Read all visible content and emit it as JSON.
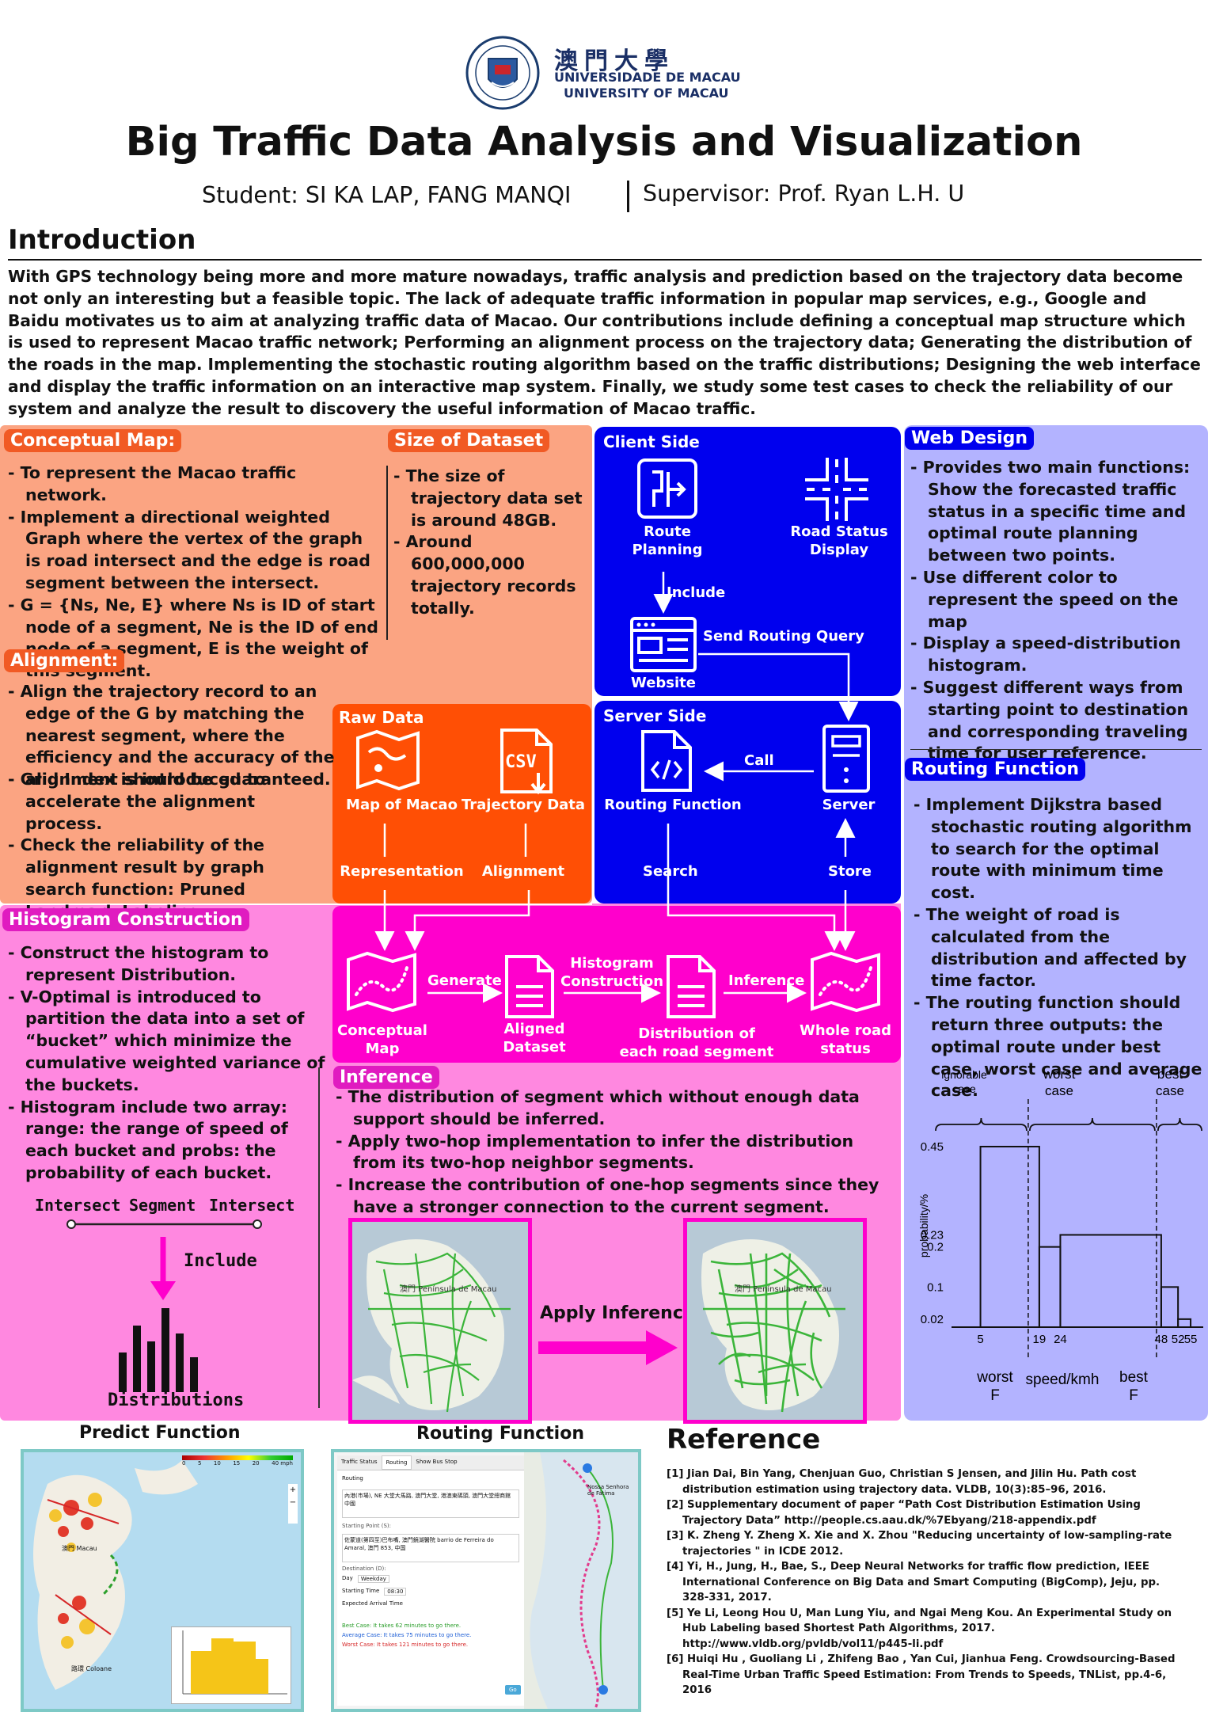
{
  "header": {
    "university_cn": "澳門大學",
    "university_pt": "UNIVERSIDADE DE MACAU",
    "university_en": "UNIVERSITY OF MACAU",
    "title": "Big Traffic Data Analysis and Visualization",
    "students": "Student: SI KA LAP, FANG MANQI",
    "supervisor": "Supervisor: Prof. Ryan L.H. U"
  },
  "intro": {
    "heading": "Introduction",
    "text": "With GPS technology being more and more mature nowadays, traffic analysis and prediction based on the trajectory data become not only an interesting but a feasible topic. The lack of adequate traffic information in popular map services, e.g., Google and Baidu motivates us to aim at analyzing traffic data of Macao. Our contributions include defining a conceptual map structure which is used to represent Macao traffic network; Performing an alignment process on the trajectory data; Generating the distribution of the roads in the map. Implementing the stochastic routing algorithm based on the traffic distributions; Designing the web interface and display the traffic information on an interactive map system. Finally, we study some test cases to check the reliability of our system and analyze the result to discovery the useful information of Macao traffic."
  },
  "conceptual_map": {
    "title": "Conceptual Map:",
    "items": [
      "- To represent the Macao traffic network.",
      "- Implement a directional weighted Graph where the vertex of the graph is road intersect and the edge is road segment between the intersect.",
      "- G = {Ns, Ne, E} where Ns is ID of start node of a segment, Ne is the ID of end node of a segment, E is the weight of this segment."
    ]
  },
  "dataset": {
    "title": "Size of Dataset",
    "items": [
      "- The size of trajectory data set is around 48GB.",
      "- Around 600,000,000 trajectory records totally."
    ]
  },
  "alignment": {
    "title": "Alignment:",
    "items": [
      "- Align the trajectory record to an edge of the G by matching the nearest segment, where the efficiency and the accuracy of the alignment should be guaranteed.",
      "- Grid Index is introduced to accelerate the alignment process.",
      "- Check the reliability of the alignment result by graph search function: Pruned Landmark Labeling."
    ]
  },
  "raw_data": {
    "title": "Raw Data",
    "map_label": "Map of Macao",
    "traj_label": "Trajectory Data",
    "csv": "CSV",
    "representation": "Representation",
    "alignment": "Alignment"
  },
  "client": {
    "title": "Client Side",
    "route_planning": "Route\nPlanning",
    "road_status": "Road Status\nDisplay",
    "include": "Include",
    "website": "Website",
    "send_query": "Send Routing Query"
  },
  "server": {
    "title": "Server Side",
    "call": "Call",
    "routing_function": "Routing Function",
    "server": "Server",
    "search": "Search",
    "store": "Store"
  },
  "web_design": {
    "title": "Web Design",
    "items": [
      "- Provides two main functions: Show the forecasted traffic status in a specific time and optimal route planning between two points.",
      "- Use different color to represent the speed on the map",
      "- Display a speed-distribution histogram.",
      "- Suggest different ways from starting point to destination and corresponding traveling time for user reference."
    ]
  },
  "routing_function": {
    "title": "Routing Function",
    "items": [
      "- Implement Dijkstra based stochastic routing algorithm to search for the optimal route with minimum time cost.",
      "- The weight of road is calculated from the distribution and affected by time factor.",
      "- The routing function should return three outputs: the optimal route under best case, worst case and average case."
    ]
  },
  "histogram_construction": {
    "title": "Histogram Construction",
    "items": [
      "- Construct the histogram to represent Distribution.",
      "- V-Optimal is introduced to partition the data into a set of “bucket” which minimize the cumulative weighted variance of the buckets.",
      "- Histogram include two array: range: the range of speed of each bucket and probs: the probability of each bucket."
    ],
    "intersect_left": "Intersect",
    "segment": "Segment",
    "intersect_right": "Intersect",
    "include": "Include",
    "distributions": "Distributions"
  },
  "pipeline": {
    "conceptual_map": "Conceptual\nMap",
    "generate": "Generate",
    "aligned_dataset": "Aligned\nDataset",
    "histogram_construction": "Histogram\nConstruction",
    "distribution": "Distribution of\neach road segment",
    "inference": "Inference",
    "whole_road": "Whole road\nstatus"
  },
  "inference": {
    "title": "Inference",
    "items": [
      "- The distribution of segment which without enough data support should be inferred.",
      "- Apply two-hop implementation to infer the distribution from its two-hop neighbor segments.",
      "- Increase the contribution of one-hop segments since they have a stronger connection to the current segment."
    ],
    "apply": "Apply Inference",
    "map_label_1": "澳門 Península de Macau",
    "map_label_2": "澳門 Península de Macau"
  },
  "chart_data": {
    "type": "bar",
    "xlabel": "speed/kmh",
    "ylabel": "probability/%",
    "x_ticks": [
      "5",
      "19",
      "24",
      "48",
      "52",
      "55"
    ],
    "y_ticks": [
      "0.45",
      "0.23",
      "0.2",
      "0.1",
      "0.02"
    ],
    "buckets": [
      {
        "from": 5,
        "to": 19,
        "value": 0.45
      },
      {
        "from": 19,
        "to": 24,
        "value": 0.2
      },
      {
        "from": 24,
        "to": 48,
        "value": 0.23
      },
      {
        "from": 48,
        "to": 52,
        "value": 0.1
      },
      {
        "from": 52,
        "to": 55,
        "value": 0.02
      }
    ],
    "annotations": {
      "ignorable": "ignorable\ncase",
      "worst_case": "worst\ncase",
      "best_case": "best\ncase",
      "worst_f": "worst\nF",
      "best_f": "best\nF"
    }
  },
  "screenshots": {
    "predict_caption": "Predict Function",
    "routing_caption": "Routing Function",
    "legend_values": [
      "0",
      "5",
      "10",
      "15",
      "20",
      "40 mph"
    ],
    "macau_label": "澳門 Macau",
    "coloane_label": "路環 Coloane",
    "tabs": [
      "Traffic Status",
      "Routing",
      "Show Bus Stop"
    ],
    "routing_heading": "Routing",
    "start_label": "Starting Point (S):",
    "start_value": "內港(市場), NE 大堂大馬路, 澳門大堂, 港澳東碼頭, 澳門大堂總商館 中國",
    "dest_label": "Destination (D):",
    "dest_value": "佐蒙道(第四至)巴布嘴, 澳門鏡湖醫院 barrio de Ferreira do Amaral, 澳門 853, 中国",
    "day_label": "Day",
    "day_value": "Weekday",
    "time_label": "Starting Time",
    "time_value": "08:30",
    "arrival_label": "Expected Arrival Time",
    "best_case": "Best Case: It takes 62 minutes to go there.",
    "average_case": "Average Case: It takes 75 minutes to go there.",
    "worst_case": "Worst Case: It takes 121 minutes to go there.",
    "go_button": "Go",
    "map_corner": "Nossa Senhora de Fátima"
  },
  "reference": {
    "heading": "Reference",
    "items": [
      "[1] Jian Dai, Bin Yang, Chenjuan Guo, Christian S Jensen, and Jilin Hu. Path cost distribution estimation using trajectory data. VLDB, 10(3):85–96, 2016.",
      "[2] Supplementary document of paper “Path Cost Distribution Estimation Using Trajectory Data” http://people.cs.aau.dk/%7Ebyang/218-appendix.pdf",
      "[3] K. Zheng Y. Zheng X. Xie and X. Zhou \"Reducing uncertainty of low-sampling-rate trajectories \" in ICDE 2012.",
      "[4] Yi, H., Jung, H., Bae, S., Deep Neural Networks for traffic flow prediction, IEEE International Conference on Big Data and Smart Computing (BigComp), Jeju, pp. 328-331, 2017.",
      "[5] Ye Li, Leong Hou U, Man Lung Yiu, and Ngai Meng Kou. An Experimental Study on Hub Labeling based Shortest Path Algorithms, 2017. http://www.vldb.org/pvldb/vol11/p445-li.pdf",
      "[6] Huiqi Hu , Guoliang Li , Zhifeng Bao , Yan Cui, Jianhua Feng. Crowdsourcing-Based Real-Time Urban Traffic Speed Estimation: From Trends to Speeds, TNList, pp.4-6, 2016"
    ]
  },
  "colors": {
    "orange_panel": "#FBA482",
    "orange_title": "#F15A24",
    "raw_data": "#FF4F05",
    "blue": "#0000EE",
    "lavender": "#B3B3FF",
    "pink": "#FF88E0",
    "magenta": "#FF00CC",
    "title_magenta": "#E01BC0"
  }
}
